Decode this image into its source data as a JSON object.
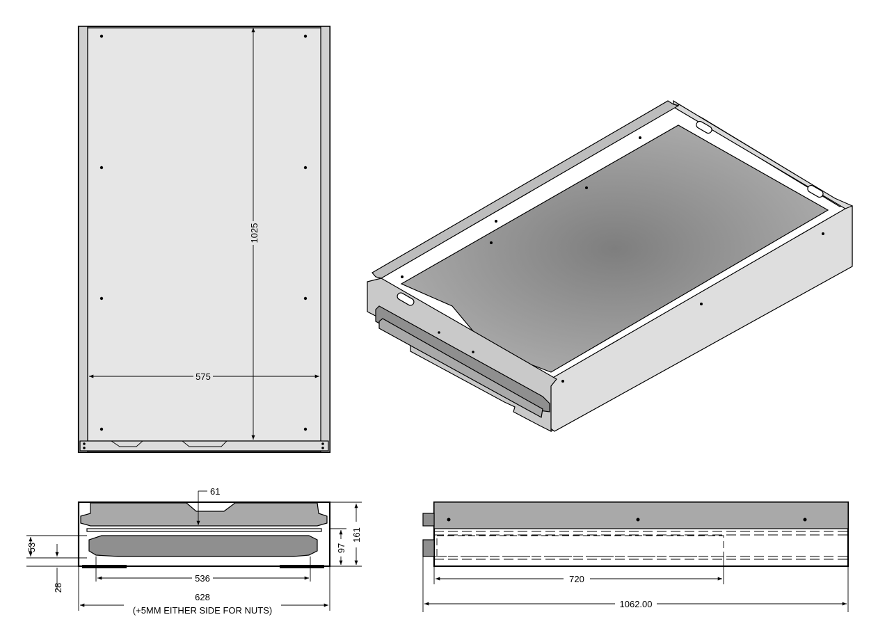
{
  "colors": {
    "plate_fill": "#e6e6e6",
    "sheet_fill": "#d4d4d4",
    "dark_fill": "#8f8f8f",
    "mid_fill": "#a9a9a9",
    "line": "#000000",
    "background": "#ffffff"
  },
  "views": {
    "top": {
      "name": "top-view",
      "dims": {
        "length": "1025",
        "width": "575"
      }
    },
    "iso": {
      "name": "isometric-view"
    },
    "front": {
      "name": "front-view",
      "dims": {
        "d61": "61",
        "d161": "161",
        "d97": "97",
        "d53": "53",
        "d28": "28",
        "d536": "536",
        "d628": "628",
        "note": "(+5MM EITHER SIDE FOR NUTS)"
      }
    },
    "side": {
      "name": "side-view",
      "dims": {
        "d720": "720",
        "d1062": "1062.00"
      }
    }
  }
}
